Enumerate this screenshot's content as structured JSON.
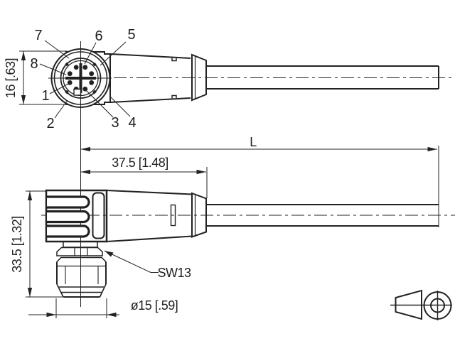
{
  "drawing": {
    "background_color": "#ffffff",
    "line_color": "#222222",
    "pins": {
      "p1": "1",
      "p2": "2",
      "p3": "3",
      "p4": "4",
      "p5": "5",
      "p6": "6",
      "p7": "7",
      "p8": "8"
    },
    "dimensions": {
      "face_width": "16 [.63]",
      "cable_length": "L",
      "connector_reach": "37.5 [1.48]",
      "connector_height": "33.5 [1.32]",
      "wrench_size": "SW13",
      "coupling_diameter": "ø15 [.59]"
    }
  }
}
